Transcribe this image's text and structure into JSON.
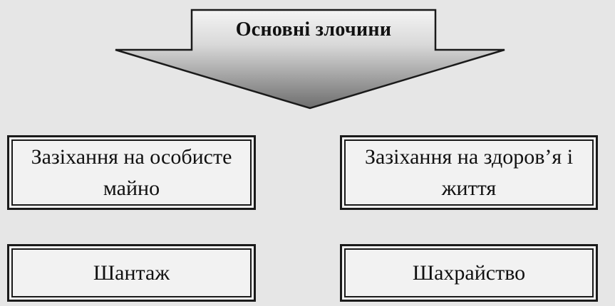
{
  "diagram": {
    "title": "Основні злочини",
    "boxes": [
      {
        "label": "Зазіхання на особисте майно"
      },
      {
        "label": "Зазіхання на здоров’я і життя"
      },
      {
        "label": "Шантаж"
      },
      {
        "label": "Шахрайство"
      }
    ]
  },
  "colors": {
    "background": "#e6e6e6",
    "box_fill": "#f2f2f2",
    "border": "#1a1a1a",
    "arrow_light": "#f4f4f4",
    "arrow_dark": "#6e6e6e"
  }
}
